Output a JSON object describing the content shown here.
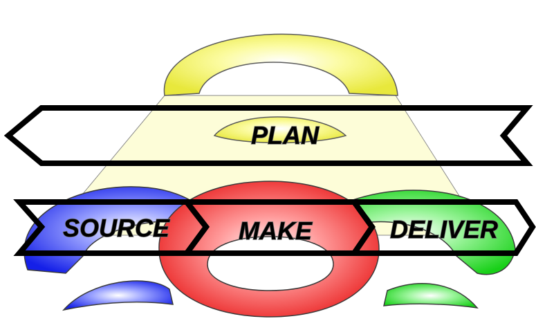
{
  "diagram": {
    "top_band": {
      "label": "PLAN"
    },
    "flow": [
      {
        "label": "SOURCE"
      },
      {
        "label": "MAKE"
      },
      {
        "label": "DELIVER"
      }
    ]
  },
  "colors": {
    "plan": "#f3f35a",
    "source": "#2233ee",
    "make": "#ee2a2a",
    "deliver": "#22dd22",
    "arrow_fill": "#ffffff",
    "arrow_stroke": "#000000"
  }
}
